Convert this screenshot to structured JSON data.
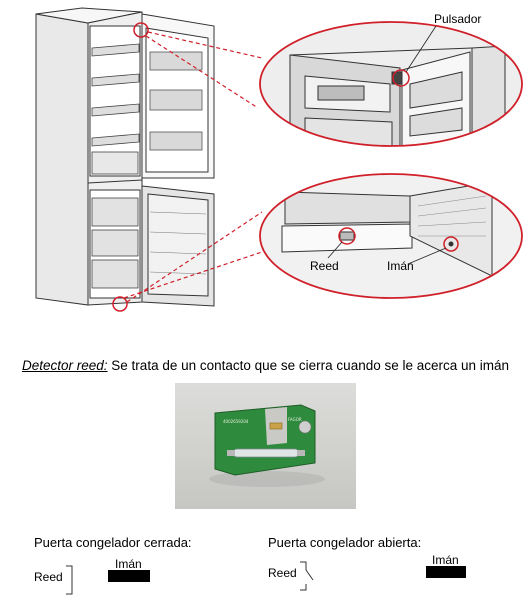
{
  "callouts": {
    "pulsador": "Pulsador",
    "reed": "Reed",
    "iman": "Imán"
  },
  "caption": {
    "title": "Detector reed:",
    "text": " Se trata de un contacto que se cierra cuando se le acerca un imán"
  },
  "board_markings": {
    "top_left": "4002659204",
    "top_right": "FAGOR"
  },
  "states": [
    {
      "title": "Puerta congelador cerrada:",
      "switch_label": "Reed",
      "magnet_label": "Imán",
      "switch_state": "closed"
    },
    {
      "title": "Puerta congelador abierta:",
      "switch_label": "Reed",
      "magnet_label": "Imán",
      "switch_state": "open"
    }
  ],
  "colors": {
    "callout_red": "#d0202a",
    "board_green": "#2e8a3c",
    "line_gray": "#555555"
  }
}
